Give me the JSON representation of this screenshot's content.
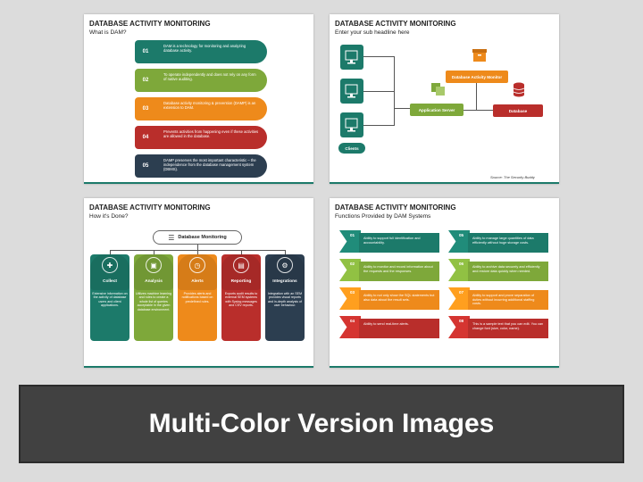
{
  "slide1": {
    "title": "DATABASE ACTIVITY MONITORING",
    "subtitle": "What is DAM?",
    "items": [
      {
        "num": "01",
        "text": "DAM is a technology for monitoring and analyzing database activity.",
        "color": "#1c7a6a"
      },
      {
        "num": "02",
        "text": "To operate independently and does not rely on any form of native auditing.",
        "color": "#7ea83a"
      },
      {
        "num": "03",
        "text": "Database activity monitoring & prevention (DAMP) is an extension to DAM.",
        "color": "#ee8a1b"
      },
      {
        "num": "04",
        "text": "Prevents activities from happening even if these activities are allowed in the database.",
        "color": "#b92e2b"
      },
      {
        "num": "05",
        "text": "DAMP preserves the most important characteristic – the independence from the database management system (DBMS).",
        "color": "#2c3e50"
      }
    ]
  },
  "slide2": {
    "title": "DATABASE ACTIVITY MONITORING",
    "subtitle": "Enter your sub headline here",
    "dam_label": "Database Activity Monitor",
    "app_label": "Application Server",
    "db_label": "Database",
    "clients_label": "Clients",
    "source": "Source: The Security Buddy"
  },
  "slide3": {
    "title": "DATABASE ACTIVITY MONITORING",
    "subtitle": "How it's Done?",
    "header_label": "Database Monitoring",
    "columns": [
      {
        "title": "Collect",
        "text": "Extensive information on the activity of database users and client applications.",
        "color": "#1c7a6a",
        "icon": "clipboard-icon",
        "glyph": "✚"
      },
      {
        "title": "Analysis",
        "text": "Utilizes machine learning and rules to create a whole list of queries acceptable in the given database environment.",
        "color": "#7ea83a",
        "icon": "monitor-chart-icon",
        "glyph": "▣"
      },
      {
        "title": "Alerts",
        "text": "Provides alerts and notifications based on predefined rules.",
        "color": "#ee8a1b",
        "icon": "alarm-clock-icon",
        "glyph": "◷"
      },
      {
        "title": "Reporting",
        "text": "Exports audit results to external SEM systems with Syslog messages and CSV reports.",
        "color": "#b92e2b",
        "icon": "report-icon",
        "glyph": "▤"
      },
      {
        "title": "Integrations",
        "text": "Integration with an SEM provides visual reports and in-depth analysis of user behaviour.",
        "color": "#2c3e50",
        "icon": "gears-icon",
        "glyph": "⚙"
      }
    ]
  },
  "slide4": {
    "title": "DATABASE ACTIVITY MONITORING",
    "subtitle": "Functions Provided by DAM Systems",
    "items": [
      {
        "num": "01",
        "text": "Ability to support full identification and accountability.",
        "color": "#1c7a6a"
      },
      {
        "num": "02",
        "text": "Ability to monitor and record information about the requests and the responses.",
        "color": "#7ea83a"
      },
      {
        "num": "03",
        "text": "Ability to not only show the SQL statements but also data about the result sets.",
        "color": "#ee8a1b"
      },
      {
        "num": "04",
        "text": "Ability to send real-time alerts.",
        "color": "#b92e2b"
      },
      {
        "num": "05",
        "text": "Ability to manage large quantities of data efficiently without huge storage costs.",
        "color": "#1c7a6a"
      },
      {
        "num": "06",
        "text": "Ability to archive data securely and efficiently and restore data quickly when needed.",
        "color": "#7ea83a"
      },
      {
        "num": "07",
        "text": "Ability to support and prove separation of duties without incurring additional staffing costs.",
        "color": "#ee8a1b"
      },
      {
        "num": "08",
        "text": "This is a sample text that you can edit. You can change font (size, color, name).",
        "color": "#b92e2b"
      }
    ]
  },
  "banner": {
    "text": "Multi-Color Version Images",
    "bg": "#414141"
  }
}
